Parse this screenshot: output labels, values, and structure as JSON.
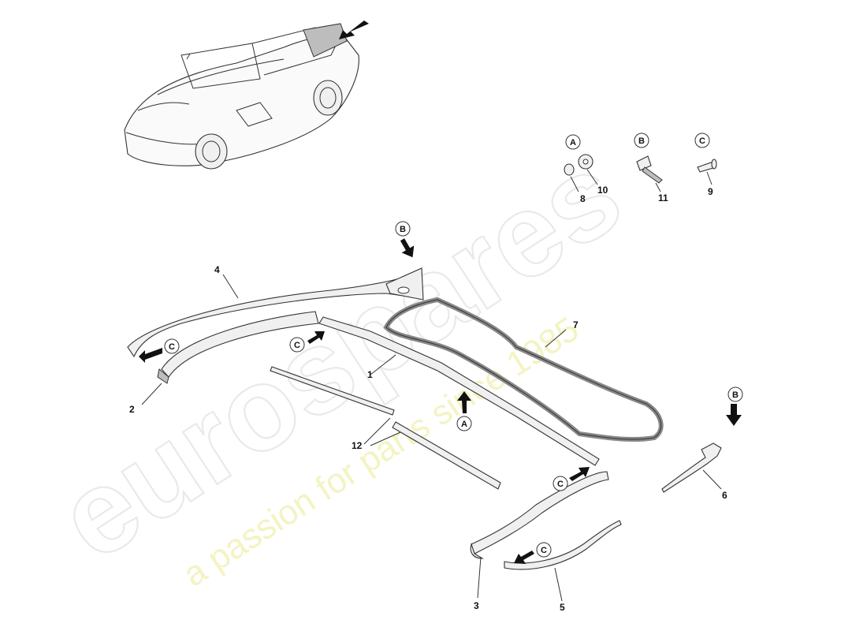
{
  "watermark": {
    "brand": "eurospares",
    "tagline": "a passion for parts since 1985"
  },
  "fastener_callouts": [
    {
      "letter": "A",
      "parts": [
        "8",
        "10"
      ]
    },
    {
      "letter": "B",
      "parts": [
        "11"
      ]
    },
    {
      "letter": "C",
      "parts": [
        "9"
      ]
    }
  ],
  "part_numbers": [
    "1",
    "2",
    "3",
    "4",
    "5",
    "6",
    "7",
    "8",
    "9",
    "10",
    "11",
    "12"
  ],
  "reference_letters": {
    "a": "A",
    "b": "B",
    "c": "C"
  }
}
